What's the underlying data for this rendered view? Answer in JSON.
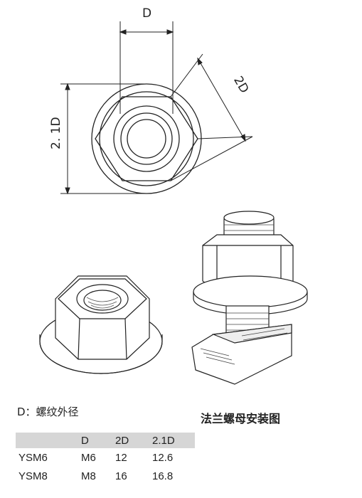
{
  "dimensions": {
    "top_label": "D",
    "diag_label": "2D",
    "left_label": "2. 1D"
  },
  "captions": {
    "d_note": "D：螺纹外径",
    "install": "法兰螺母安装图"
  },
  "spec_table": {
    "headers": [
      "",
      "D",
      "2D",
      "2.1D"
    ],
    "rows": [
      [
        "YSM6",
        "M6",
        "12",
        "12.6"
      ],
      [
        "YSM8",
        "M8",
        "16",
        "16.8"
      ]
    ]
  }
}
